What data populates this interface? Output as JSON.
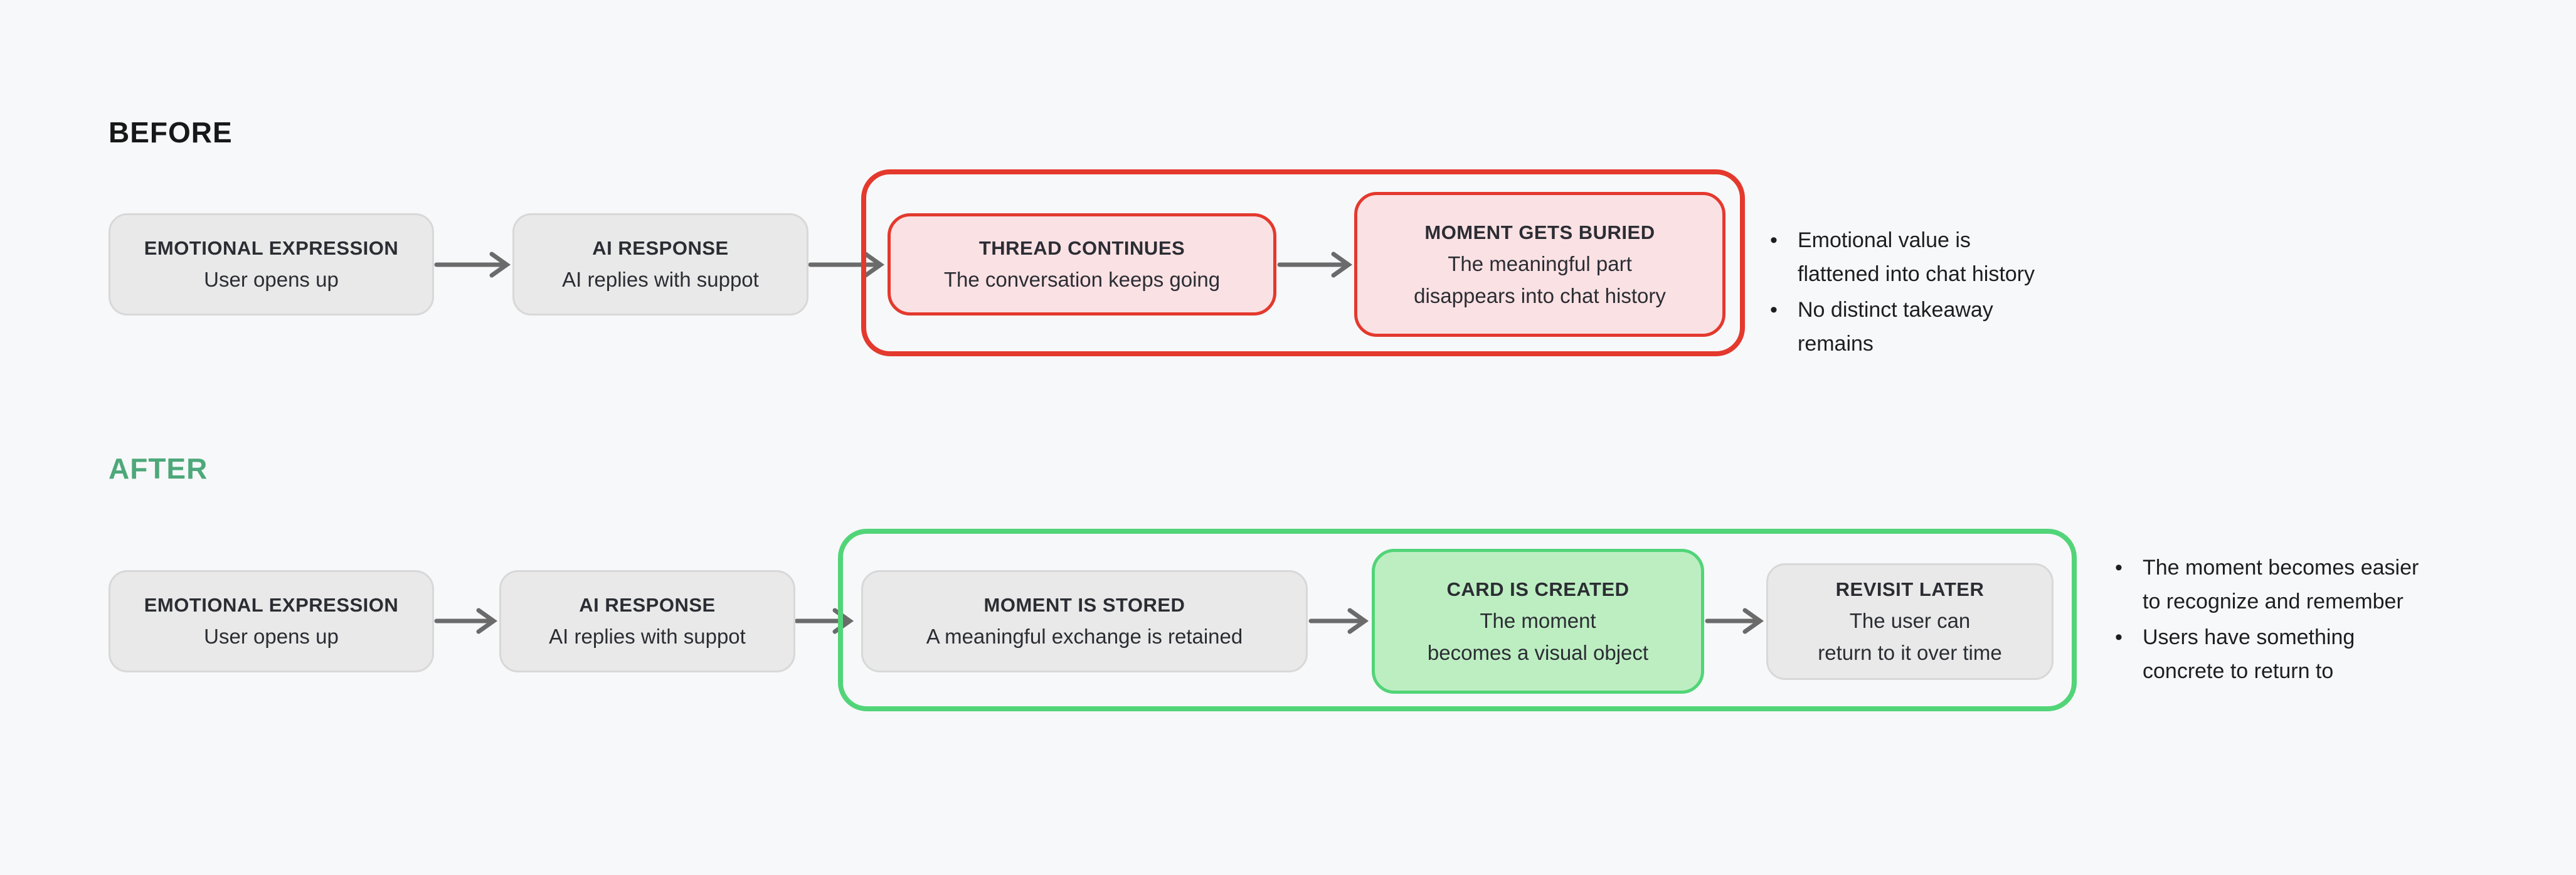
{
  "colors": {
    "bg": "#f7f8f9",
    "gray-fill": "#e9e9e9",
    "gray-border": "#d8d8d8",
    "text": "#2b2d33",
    "red": "#e4392d",
    "pink": "#fae1e4",
    "green": "#52d478",
    "green-fill": "#bdeec2",
    "green-label": "#4da87a",
    "black-label": "#181818",
    "arrow": "#6b6b6b",
    "note-text": "#1e1e20"
  },
  "sections": [
    {
      "label": "BEFORE",
      "nodes": [
        {
          "title": "EMOTIONAL EXPRESSION",
          "lines": [
            "User opens up"
          ],
          "variant": "gray"
        },
        {
          "title": "AI RESPONSE",
          "lines": [
            "AI replies with suppot"
          ],
          "variant": "gray"
        },
        {
          "title": "THREAD CONTINUES",
          "lines": [
            "The conversation keeps going"
          ],
          "variant": "red"
        },
        {
          "title": "MOMENT GETS BURIED",
          "lines": [
            "The meaningful part",
            "disappears into chat history"
          ],
          "variant": "red"
        }
      ],
      "bullets": [
        {
          "lines": [
            "Emotional value is",
            "flattened into chat history"
          ]
        },
        {
          "lines": [
            "No distinct takeaway",
            "remains"
          ]
        }
      ]
    },
    {
      "label": "AFTER",
      "nodes": [
        {
          "title": "EMOTIONAL EXPRESSION",
          "lines": [
            "User opens up"
          ],
          "variant": "gray"
        },
        {
          "title": "AI RESPONSE",
          "lines": [
            "AI replies with suppot"
          ],
          "variant": "gray"
        },
        {
          "title": "MOMENT IS STORED",
          "lines": [
            "A meaningful exchange is retained"
          ],
          "variant": "gray"
        },
        {
          "title": "CARD IS CREATED",
          "lines": [
            "The moment",
            "becomes a visual object"
          ],
          "variant": "green"
        },
        {
          "title": "REVISIT LATER",
          "lines": [
            "The user can",
            "return to it over time"
          ],
          "variant": "gray"
        }
      ],
      "bullets": [
        {
          "lines": [
            "The moment becomes easier",
            "to recognize and remember"
          ]
        },
        {
          "lines": [
            "Users have something",
            "concrete to return to"
          ]
        }
      ]
    }
  ]
}
